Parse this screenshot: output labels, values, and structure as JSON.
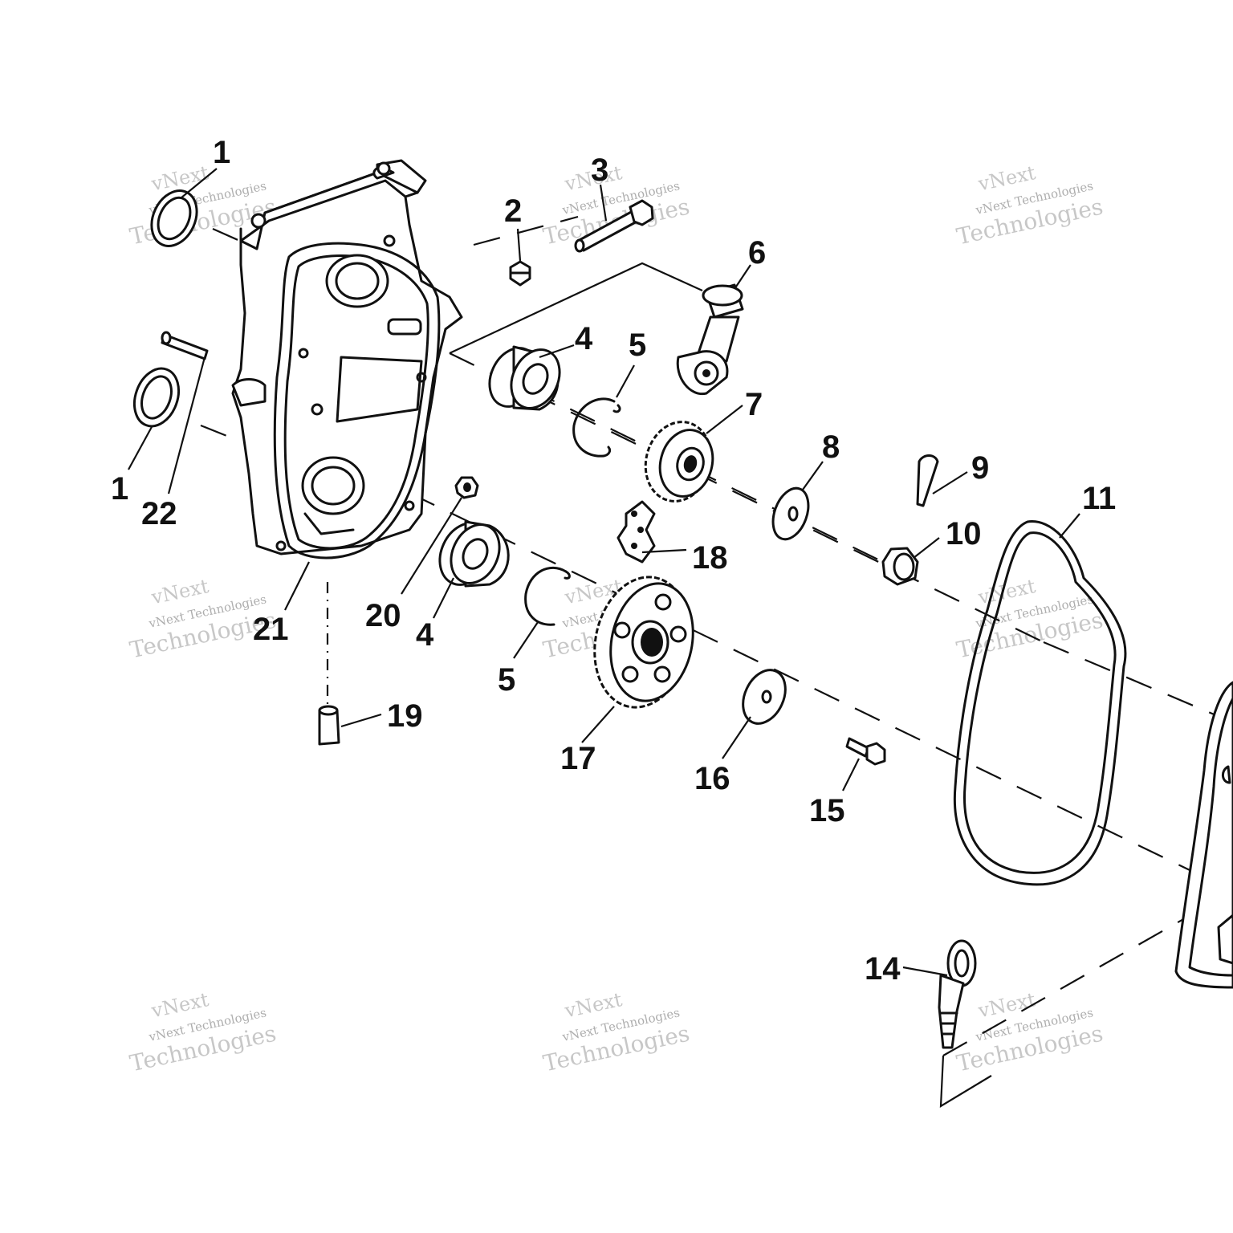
{
  "diagram": {
    "callouts": [
      "1",
      "2",
      "3",
      "4",
      "5",
      "6",
      "7",
      "8",
      "9",
      "10",
      "11",
      "1",
      "22",
      "18",
      "20",
      "21",
      "4",
      "5",
      "19",
      "17",
      "16",
      "15",
      "14"
    ],
    "watermark": {
      "line1": "vNext",
      "line2": "vNext Technologies",
      "line3": "Technologies"
    }
  }
}
